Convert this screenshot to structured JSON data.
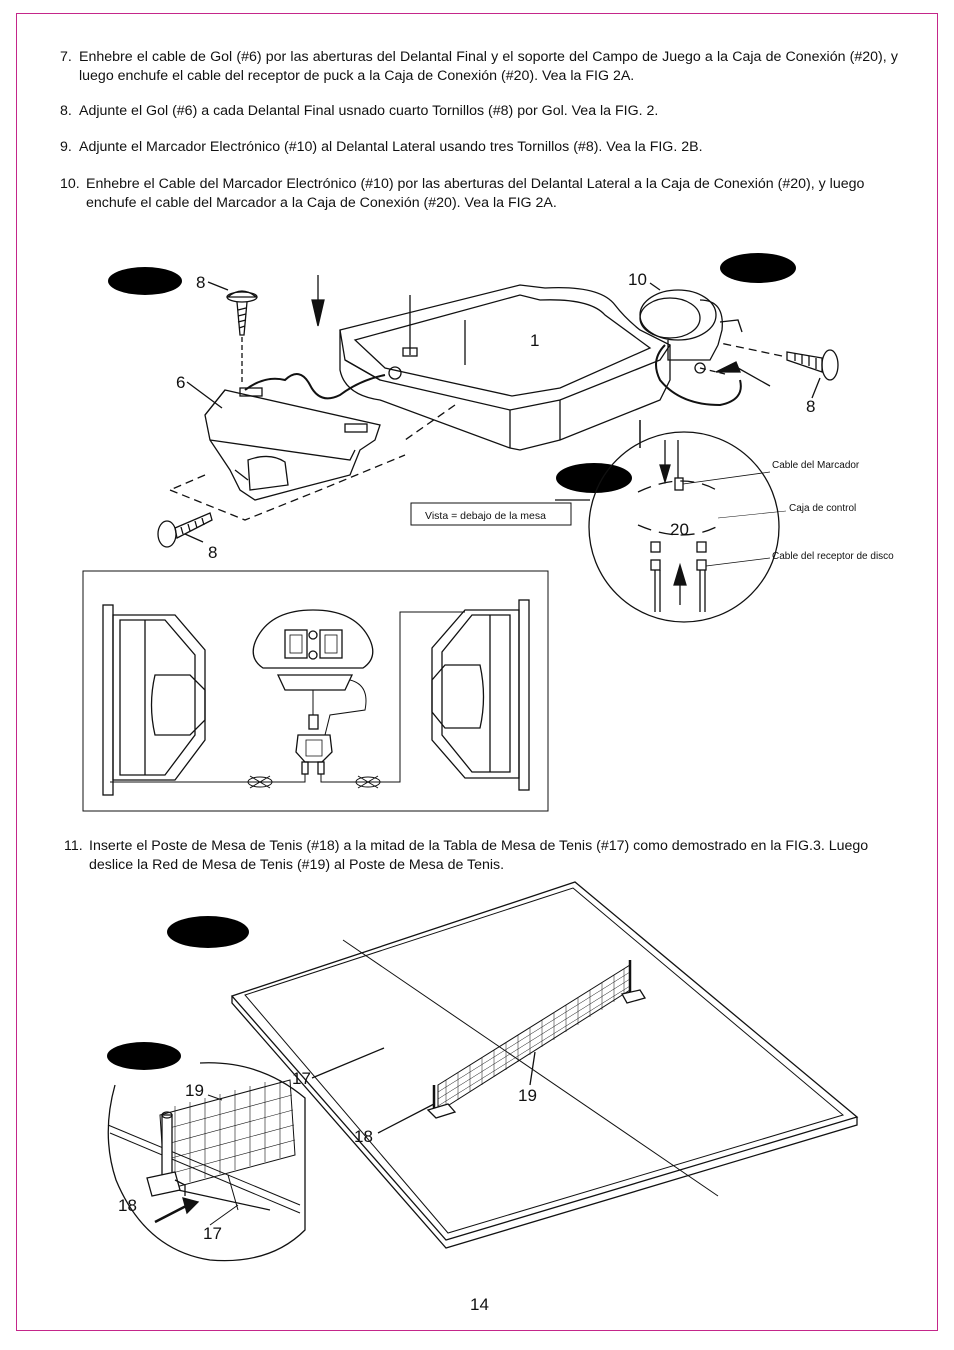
{
  "steps": [
    {
      "num": "7.",
      "text": "Enhebre el cable de Gol (#6) por las aberturas del Delantal Final y el soporte del Campo de Juego a la Caja de Conexión (#20), y luego enchufe el cable del receptor de puck a la Caja de Conexión (#20). Vea la FIG 2A."
    },
    {
      "num": "8.",
      "text": "Adjunte el Gol (#6) a cada Delantal Final usnado cuarto Tornillos (#8) por Gol. Vea la FIG. 2."
    },
    {
      "num": "9.",
      "text": "Adjunte el Marcador Electrónico (#10) al Delantal Lateral usando tres Tornillos (#8). Vea  la FIG. 2B."
    },
    {
      "num": "10.",
      "text": "Enhebre el Cable del Marcador Electrónico (#10) por las aberturas del Delantal Lateral a la Caja de Conexión (#20), y luego enchufe el cable del Marcador a la Caja de Conexión (#20). Vea la FIG 2A."
    },
    {
      "num": "11.",
      "text": "Inserte el Poste de Mesa de Tenis (#18) a la mitad de la Tabla de Mesa de Tenis (#17) como demostrado en la FIG.3. Luego deslice la Red de Mesa de Tenis (#19) al Poste de Mesa de Tenis."
    }
  ],
  "fig2": {
    "callouts": {
      "c8a": "8",
      "c6": "6",
      "c8b": "8",
      "c1": "1",
      "c10": "10",
      "c8c": "8",
      "c20": "20"
    },
    "view_label": "Vista = debajo de la mesa",
    "labels": {
      "scorer_cable": "Cable del Marcador",
      "control_box": "Caja de control",
      "receiver_cable": "Cable del receptor de disco"
    }
  },
  "fig3": {
    "callouts": {
      "c17": "17",
      "c19": "19",
      "c18": "18",
      "d19": "19",
      "d18": "18",
      "d17": "17"
    }
  },
  "page_number": "14",
  "colors": {
    "border": "#c4268a",
    "ink": "#111111",
    "badge": "#000000"
  }
}
